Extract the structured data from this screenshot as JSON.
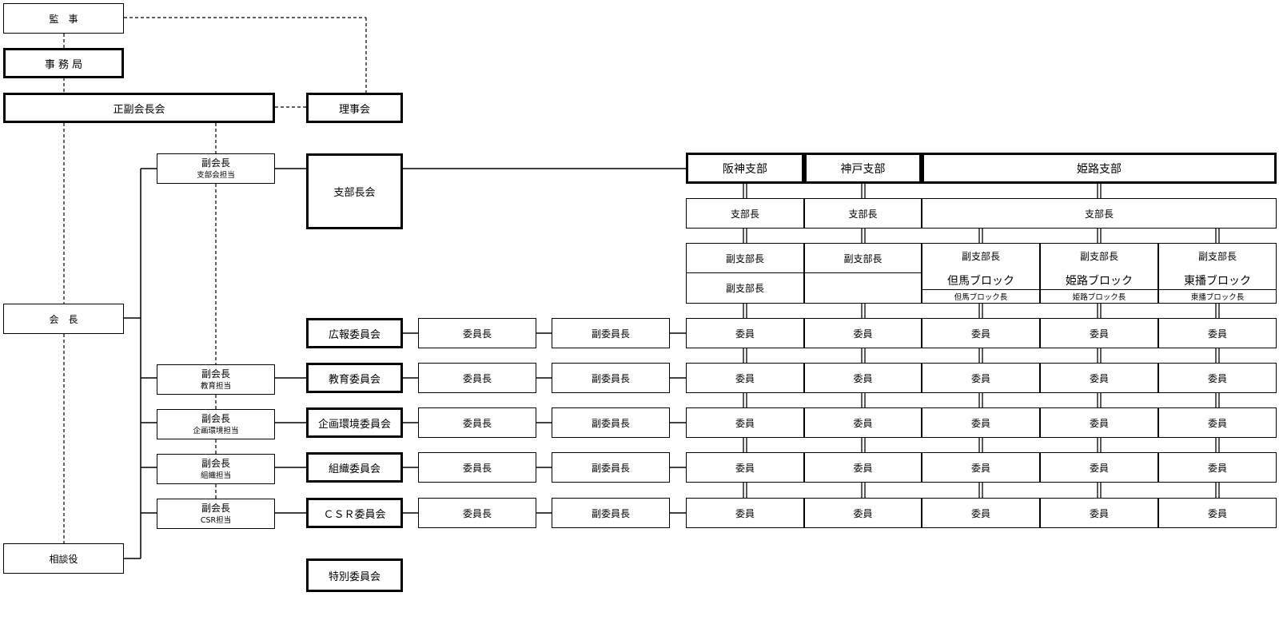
{
  "top": {
    "kansa": "監　事",
    "jimukyoku": "事 務 局",
    "seifuku": "正副会長会",
    "rijikai": "理事会",
    "kaicho": "会　長",
    "sodanyaku": "相談役"
  },
  "vice_presidents": [
    {
      "title": "副会長",
      "role": "支部会担当"
    },
    {
      "title": "副会長",
      "role": "教育担当"
    },
    {
      "title": "副会長",
      "role": "企画環境担当"
    },
    {
      "title": "副会長",
      "role": "組織担当"
    },
    {
      "title": "副会長",
      "role": "CSR担当"
    }
  ],
  "branch_council": "支部長会",
  "committees": [
    "広報委員会",
    "教育委員会",
    "企画環境委員会",
    "組織委員会",
    "ＣＳＲ委員会"
  ],
  "special_committee": "特別委員会",
  "committee_chair": "委員長",
  "committee_vice_chair": "副委員長",
  "member": "委員",
  "branches": {
    "names": [
      "阪神支部",
      "神戸支部",
      "姫路支部"
    ],
    "head": "支部長",
    "deputy": "副支部長",
    "blocks": [
      {
        "name": "但馬ブロック",
        "head": "但馬ブロック長"
      },
      {
        "name": "姫路ブロック",
        "head": "姫路ブロック長"
      },
      {
        "name": "東播ブロック",
        "head": "東播ブロック長"
      }
    ]
  }
}
